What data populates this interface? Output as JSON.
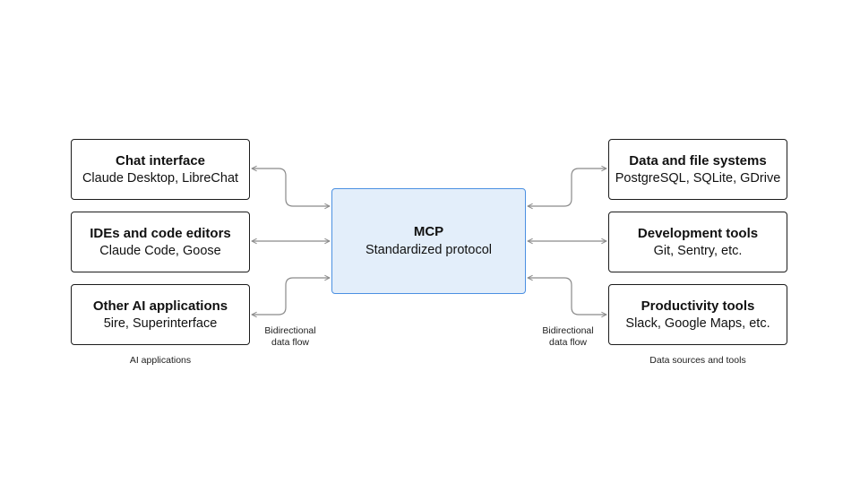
{
  "hub": {
    "title": "MCP",
    "subtitle": "Standardized protocol"
  },
  "left": {
    "group_label": "AI applications",
    "flow_label": [
      "Bidirectional",
      "data flow"
    ],
    "boxes": [
      {
        "title": "Chat interface",
        "subtitle": "Claude Desktop, LibreChat"
      },
      {
        "title": "IDEs and code editors",
        "subtitle": "Claude Code, Goose"
      },
      {
        "title": "Other AI applications",
        "subtitle": "5ire, Superinterface"
      }
    ]
  },
  "right": {
    "group_label": "Data sources and tools",
    "flow_label": [
      "Bidirectional",
      "data flow"
    ],
    "boxes": [
      {
        "title": "Data and file systems",
        "subtitle": "PostgreSQL, SQLite, GDrive"
      },
      {
        "title": "Development tools",
        "subtitle": "Git, Sentry, etc."
      },
      {
        "title": "Productivity tools",
        "subtitle": "Slack, Google Maps, etc."
      }
    ]
  },
  "colors": {
    "hub_fill": "#e3eefa",
    "hub_border": "#4b90e2",
    "arrow": "#8a8a8a",
    "box_border": "#1c1c1c"
  }
}
